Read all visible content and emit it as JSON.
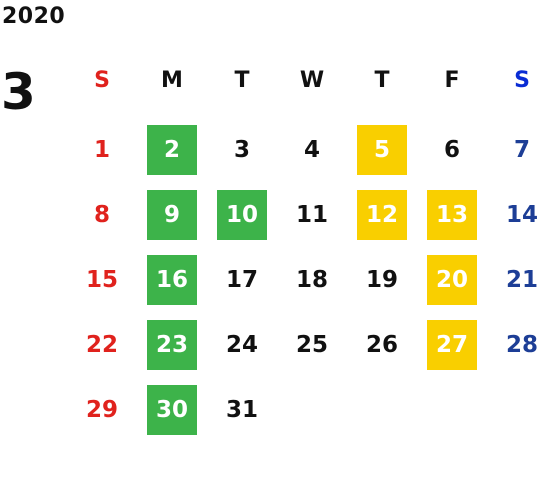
{
  "calendar": {
    "year": "2020",
    "month": "3",
    "weekdays": [
      "S",
      "M",
      "T",
      "W",
      "T",
      "F",
      "S"
    ],
    "weeks": [
      [
        {
          "day": "1",
          "mark": ""
        },
        {
          "day": "2",
          "mark": "green"
        },
        {
          "day": "3",
          "mark": ""
        },
        {
          "day": "4",
          "mark": ""
        },
        {
          "day": "5",
          "mark": "yellow"
        },
        {
          "day": "6",
          "mark": ""
        },
        {
          "day": "7",
          "mark": ""
        }
      ],
      [
        {
          "day": "8",
          "mark": ""
        },
        {
          "day": "9",
          "mark": "green"
        },
        {
          "day": "10",
          "mark": "green"
        },
        {
          "day": "11",
          "mark": ""
        },
        {
          "day": "12",
          "mark": "yellow"
        },
        {
          "day": "13",
          "mark": "yellow"
        },
        {
          "day": "14",
          "mark": ""
        }
      ],
      [
        {
          "day": "15",
          "mark": ""
        },
        {
          "day": "16",
          "mark": "green"
        },
        {
          "day": "17",
          "mark": ""
        },
        {
          "day": "18",
          "mark": ""
        },
        {
          "day": "19",
          "mark": ""
        },
        {
          "day": "20",
          "mark": "yellow"
        },
        {
          "day": "21",
          "mark": ""
        }
      ],
      [
        {
          "day": "22",
          "mark": ""
        },
        {
          "day": "23",
          "mark": "green"
        },
        {
          "day": "24",
          "mark": ""
        },
        {
          "day": "25",
          "mark": ""
        },
        {
          "day": "26",
          "mark": ""
        },
        {
          "day": "27",
          "mark": "yellow"
        },
        {
          "day": "28",
          "mark": ""
        }
      ],
      [
        {
          "day": "29",
          "mark": ""
        },
        {
          "day": "30",
          "mark": "green"
        },
        {
          "day": "31",
          "mark": ""
        }
      ]
    ]
  },
  "colors": {
    "green_mark": "#3db34a",
    "yellow_mark": "#f9cf00",
    "sunday": "#e0221d",
    "saturday": "#1d3e96",
    "saturday_header": "#0a2cd4",
    "text": "#111111"
  }
}
